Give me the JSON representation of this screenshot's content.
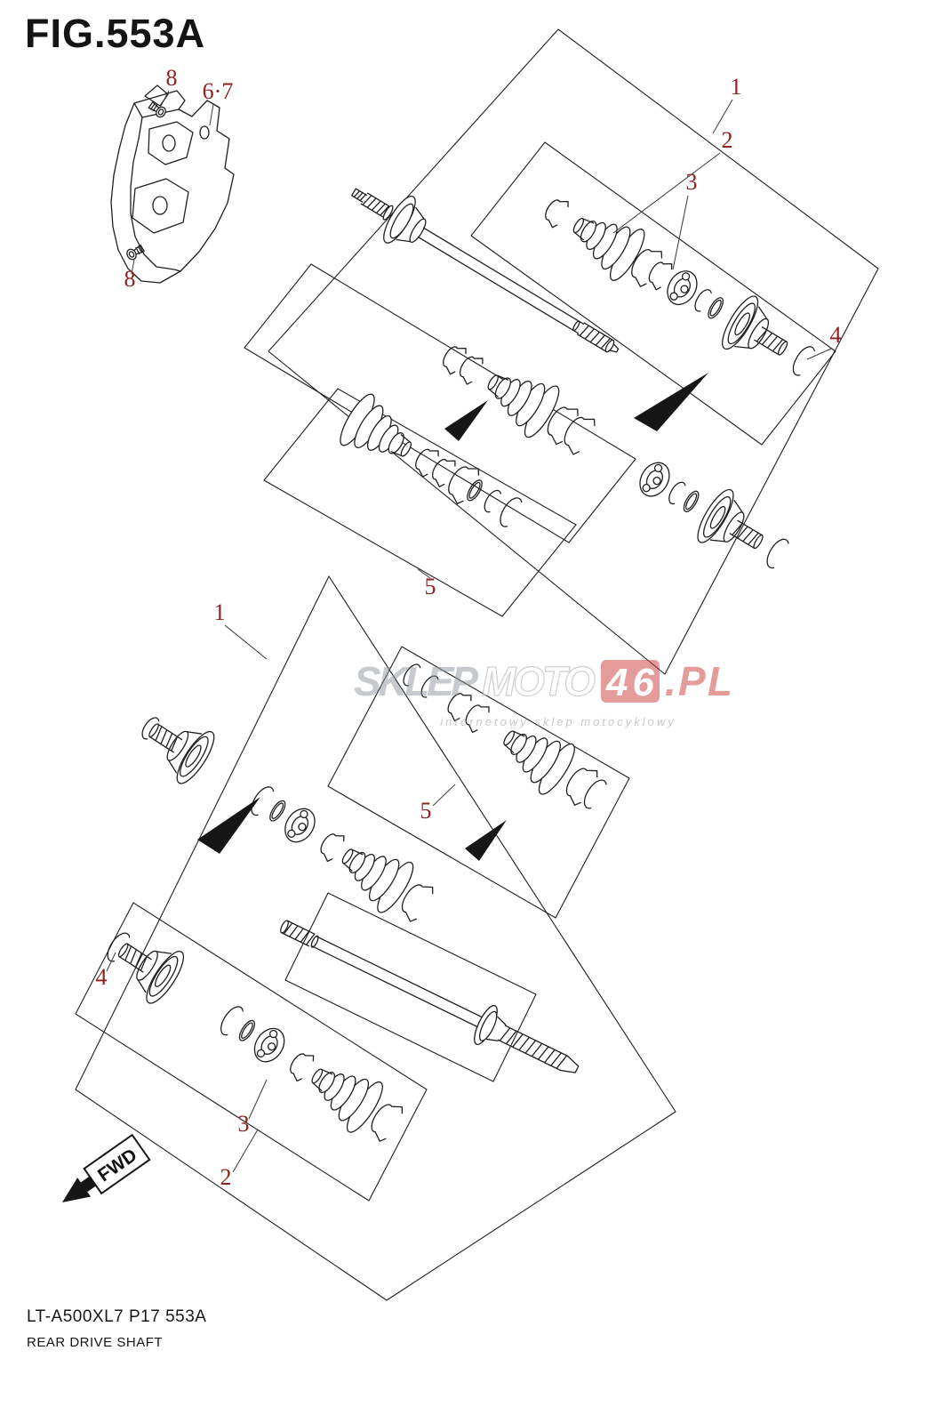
{
  "figure": {
    "title": "FIG.553A",
    "code": "LT-A500XL7 P17 553A",
    "name": "REAR DRIVE SHAFT"
  },
  "direction": {
    "label": "FWD"
  },
  "watermark": {
    "brand_a": "SKLEP",
    "brand_b": "MOTO",
    "brand_num": "46",
    "brand_tld": ".PL",
    "tagline": "internetowy sklep motocyklowy"
  },
  "callouts": {
    "upper": {
      "c1": "1",
      "c2": "2",
      "c3": "3",
      "c4": "4",
      "c5": "5"
    },
    "lower": {
      "c1": "1",
      "c2": "2",
      "c3": "3",
      "c4": "4",
      "c5": "5"
    },
    "bracket": {
      "top_bolt": "8",
      "pair": "6·7",
      "bottom_bolt": "8"
    }
  },
  "colors": {
    "ink": "#1f1f1f",
    "callout": "#8e2222",
    "watermark_gray": "#8f959c",
    "watermark_red": "#cf3a3a"
  }
}
